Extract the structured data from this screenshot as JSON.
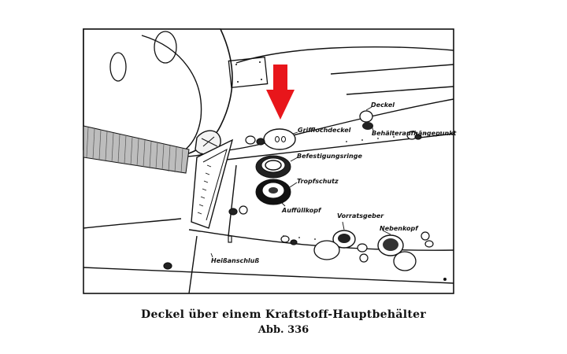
{
  "figure": {
    "labels": {
      "deckel": "Deckel",
      "griffloch": "Grifflochdeckel",
      "behaelter": "Behälteraufhängepunkt",
      "befestigung": "Befestigungsringe",
      "tropf": "Tropfschutz",
      "auffuell": "Auffüllkopf",
      "vorrat": "Vorratsgeber",
      "neben": "Nebenkopf",
      "heiss": "Heißanschluß"
    },
    "arrow_color": "#e8161b",
    "ink_color": "#111111"
  },
  "caption": {
    "line1": "Deckel über einem Kraftstoff-Hauptbehälter",
    "line2": "Abb. 336"
  }
}
